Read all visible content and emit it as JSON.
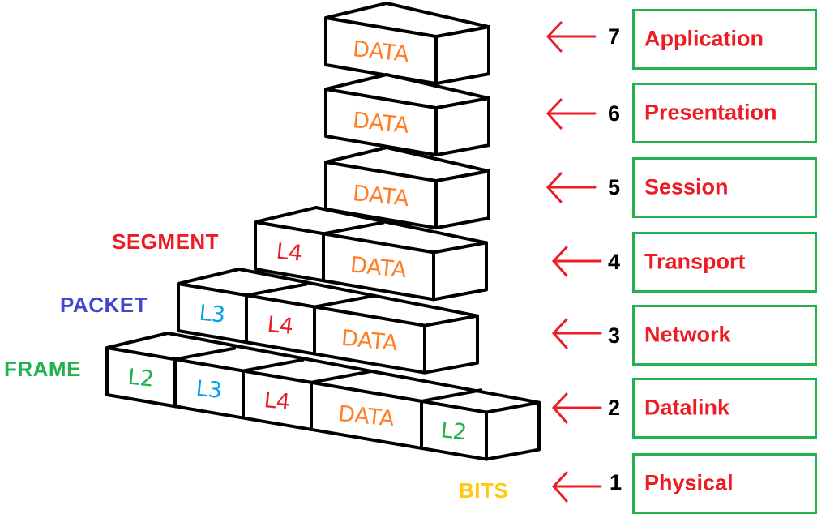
{
  "colors": {
    "data": "#ff7f27",
    "l4": "#ed1c24",
    "l3": "#00a2e8",
    "l2": "#22b14c",
    "box_border": "#22b14c",
    "layer_text": "#ed1c24",
    "arrow": "#ed1c24",
    "segment": "#ed1c24",
    "packet": "#3f48cc",
    "frame": "#22b14c",
    "bits": "#ffc90e"
  },
  "pdu_labels": {
    "segment": "SEGMENT",
    "packet": "PACKET",
    "frame": "FRAME",
    "bits": "BITS"
  },
  "layers": [
    {
      "number": "7",
      "name": "Application"
    },
    {
      "number": "6",
      "name": "Presentation"
    },
    {
      "number": "5",
      "name": "Session"
    },
    {
      "number": "4",
      "name": "Transport"
    },
    {
      "number": "3",
      "name": "Network"
    },
    {
      "number": "2",
      "name": "Datalink"
    },
    {
      "number": "1",
      "name": "Physical"
    }
  ],
  "stacks": [
    {
      "layer": "7",
      "cells": [
        {
          "text": "DATA",
          "kind": "data"
        }
      ]
    },
    {
      "layer": "6",
      "cells": [
        {
          "text": "DATA",
          "kind": "data"
        }
      ]
    },
    {
      "layer": "5",
      "cells": [
        {
          "text": "DATA",
          "kind": "data"
        }
      ]
    },
    {
      "layer": "4",
      "cells": [
        {
          "text": "L4",
          "kind": "l4"
        },
        {
          "text": "DATA",
          "kind": "data"
        }
      ]
    },
    {
      "layer": "3",
      "cells": [
        {
          "text": "L3",
          "kind": "l3"
        },
        {
          "text": "L4",
          "kind": "l4"
        },
        {
          "text": "DATA",
          "kind": "data"
        }
      ]
    },
    {
      "layer": "2",
      "cells": [
        {
          "text": "L2",
          "kind": "l2"
        },
        {
          "text": "L3",
          "kind": "l3"
        },
        {
          "text": "L4",
          "kind": "l4"
        },
        {
          "text": "DATA",
          "kind": "data"
        },
        {
          "text": "L2",
          "kind": "l2"
        }
      ]
    }
  ]
}
